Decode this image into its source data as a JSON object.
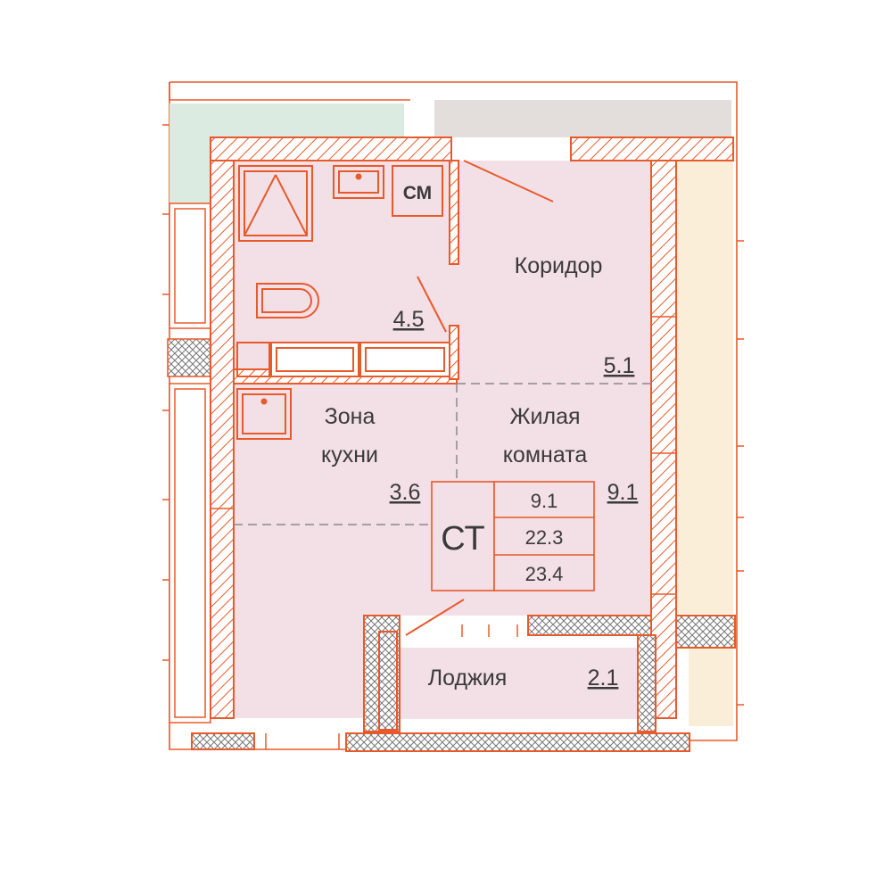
{
  "rooms": {
    "bathroom": {
      "area": "4.5"
    },
    "corridor": {
      "name": "Коридор",
      "area": "5.1"
    },
    "kitchen": {
      "name_line1": "Зона",
      "name_line2": "кухни",
      "area": "3.6"
    },
    "living": {
      "name_line1": "Жилая",
      "name_line2": "комната",
      "area": "9.1"
    },
    "loggia": {
      "name": "Лоджия",
      "area": "2.1"
    }
  },
  "fixtures": {
    "washing_machine": "СМ"
  },
  "summary": {
    "type": "СТ",
    "living_area": "9.1",
    "total_area": "22.3",
    "total_with_loggia": "23.4"
  },
  "colors": {
    "wall": "#e85a2a",
    "room_fill": "#f3dfe6",
    "green_area": "#dcebe2",
    "yellow_area": "#fbeed8",
    "grey_area": "#e3dedb",
    "text": "#3a3a3a"
  }
}
